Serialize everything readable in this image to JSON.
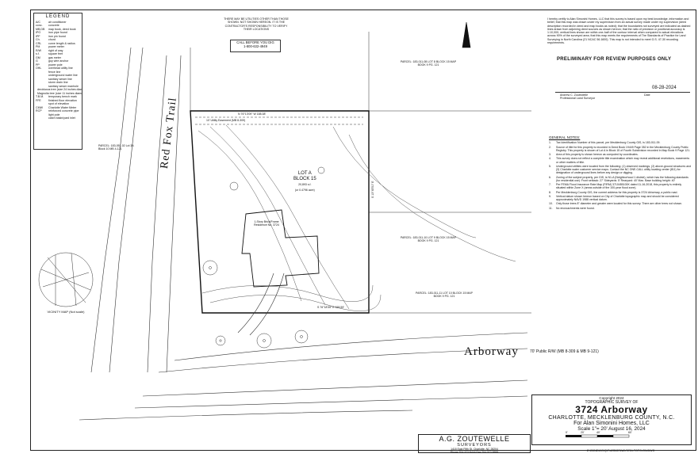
{
  "legend": {
    "title": "LEGEND",
    "items": [
      [
        "A/C",
        "air conditioner"
      ],
      [
        "conc.",
        "concrete"
      ],
      [
        "MB,DB",
        "map book, deed book"
      ],
      [
        "IPO",
        "iron pipe found"
      ],
      [
        "IPF",
        "iron pin found"
      ],
      [
        "Ch.",
        "chord"
      ],
      [
        "CRL",
        "curve length & radius"
      ],
      [
        "PM",
        "power meter"
      ],
      [
        "R/W",
        "right of way"
      ],
      [
        "s.f.",
        "square feet"
      ],
      [
        "GM",
        "gas meter"
      ],
      [
        "G",
        "guy wire anchor"
      ],
      [
        "PP",
        "power pole"
      ],
      [
        "OHL",
        "overhead utility line"
      ],
      [
        "",
        "fence line"
      ],
      [
        "",
        "underground water line"
      ],
      [
        "",
        "sanitary sewer line"
      ],
      [
        "",
        "storm drain line"
      ],
      [
        "",
        "sanitary sewer manhole"
      ],
      [
        "",
        "deciduous tree (size 24 inches diameter)"
      ],
      [
        "",
        "Magnolia tree (size 11 inches diameter)"
      ],
      [
        "T.B.M.",
        "temporary bench mark"
      ],
      [
        "FFE",
        "finished floor elevation"
      ],
      [
        "",
        "spot of elevation"
      ],
      [
        "CMW",
        "Charlotte Water Meter"
      ],
      [
        "RCP",
        "reinforced concrete pipe"
      ],
      [
        "",
        "light pole"
      ],
      [
        "",
        "catch basin/yard inlet"
      ]
    ]
  },
  "utility_note": "THERE MAY BE UTILITIES OTHER THAN THOSE SHOWN. NOT SHOWN HEREON. IT IS THE CONTRACTOR'S RESPONSIBILITY TO VERIFY THEIR LOCATIONS",
  "call_box": {
    "line1": "CALL BEFORE YOU DIG",
    "line2": "1-800-632-4949"
  },
  "certification": "I hereby certify to Alan Simonini Homes, LLC that this survey is based upon my best knowledge, information and belief, that this map was drawn under my supervision from an actual survey made under my supervision (deed description recorded in deed and map books as noted); that the boundaries not surveyed are indicated as dashed lines drawn from adjoining deed sources as shown hereon; that the ratio of precision or positional accuracy is 1:10,000; vertical lines shown are within one-half of the contour interval when compared to actual elevations across 90% of the surveyed area; that this map meets the requirements of The Standards of Practice for Land Surveying in North Carolina (21 NCAC 56.1600). This map is not intended to meet G.S. 47-30 recording requirements.",
  "preliminary": "PRELIMINARY FOR REVIEW PURPOSES ONLY",
  "signature": {
    "date": "08-28-2024",
    "name": "Andrew C. Zoutewelle",
    "role": "Professional Land Surveyor",
    "date_label": "Date"
  },
  "general_notes": {
    "heading": "GENERAL NOTES:",
    "items": [
      [
        "1.",
        "Tax Identification Number of this parcel, per Mecklenburg County GIS, is 183-011-09."
      ],
      [
        "2.",
        "Source of title for this property is recorded in Deed Book 19449 Page 352 in the Mecklenburg County Public Registry. This property is shown of Lot A in Block 15 of Fourth Subdivision recorded in Map Book 9 Page 121."
      ],
      [
        "3.",
        "Area of this property is shown hereon as computed by coordinates."
      ],
      [
        "4.",
        "This survey does not reflect a complete title examination which may reveal additional restrictions, easements or other matters of title."
      ],
      [
        "5.",
        "Underground utilities were located from the following: (1) observed markings, (2) above-ground structures and (3) Charlotte water customer service maps. Contact the NC ONE-CALL utility locating center (811) for designation of underground lines before any design or digging."
      ],
      [
        "6.",
        "Zoning of the subject property, per GIS, is N1-A (Neighborhood 1 district), which has the following standards (for residential use): Front setback: 27' Sideyards: 5' Rearyard: 40' Max. Base building height: 40'"
      ],
      [
        "7.",
        "Per FEMA Flood Insurance Rate Map (FIRM) 3710455100K dated 11-16-2018, this property is entirely situated within Zone X (areas outside of the 100-year flood zone)."
      ],
      [
        "8.",
        "Per Mecklenburg County GIS, the current address for this property is 3724 Arborway, a public road."
      ],
      [
        "9.",
        "Vertical datum shown hereon based on City of Charlotte topographic map and should be considered approximately NAVD 1988 vertical datum."
      ],
      [
        "10.",
        "Only those trees 8\" diameter and greater were located for this survey. There are other trees not shown."
      ],
      [
        "11.",
        "No encroachments were found."
      ]
    ]
  },
  "plat": {
    "lot": "LOT A",
    "block": "BLOCK 15",
    "area": "20,893 s.f.",
    "area2": "(or 0.4796 acre)",
    "residence": "1-Story Brick/Frame Residence No. 3724",
    "street_name": "Arborway",
    "street_row": "70' Public R/W (MB 8-309 & MB 9-121)",
    "side_street": "Red Fox Trail",
    "parcel_top": "PARCEL: 183-011-08 LOT 8 BLOCK 15 MAP BOOK 9 PG. 121",
    "parcel_right": "PARCEL: 183-011-10 LOT 9 BLOCK 15 MAP BOOK 9 PG. 121",
    "parcel_right2": "PARCEL: 183-011-11 LOT 10 BLOCK 15 MAP BOOK 9 PG. 121",
    "parcel_left": "PARCEL: 183-051-02 Lot 3A Block 10 MB 4-121",
    "bearing_north": "N 76°13'09\" W 188.38'",
    "bearing_east": "S 13°45'51\" E",
    "bearing_south": "S 76°18'35\" E 155.59'",
    "easement_top": "10' Utility Easement (MB 8-309)",
    "vicinity": "VICINITY MAP (Not scale)"
  },
  "firm": {
    "name": "A.G. ZOUTEWELLE",
    "sub": "SURVEYORS",
    "address": "1418 East Fifth St.   Charlotte, NC 28204",
    "phone": "Phone  704-372-9444     Fax  704-372-9555"
  },
  "title_block": {
    "copyright": "Copyright 2024",
    "subtitle": "TOPOGRAPHIC SURVEY OF",
    "address": "3724 Arborway",
    "city": "CHARLOTTE, MECKLENBURG COUNTY, N.C.",
    "for": "For Alan Simonini Homes, LLC",
    "scale": "Scale 1\"= 20'   August 16, 2024",
    "scale_ticks": [
      "0'",
      "20'",
      "40'",
      "60'"
    ],
    "file": "Z:\\2024DWG\\Q\\P\\ARBORWAY3724-TOPO-ON.DWG"
  }
}
